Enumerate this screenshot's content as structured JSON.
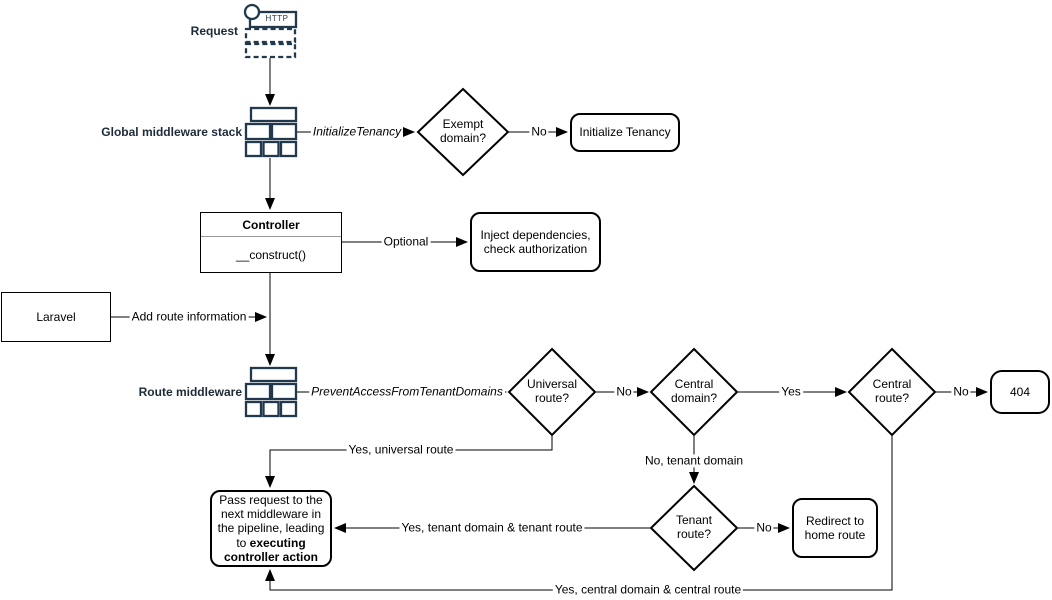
{
  "colors": {
    "icon_stroke": "#22384C",
    "node_label_text": "#1D2A38",
    "shape_border": "#000000",
    "edge_label_text": "#000000",
    "background": "#FFFFFF"
  },
  "nodes": {
    "request": {
      "label": "Request",
      "icon_caption": "HTTP"
    },
    "global_middleware_stack": {
      "label": "Global middleware stack"
    },
    "exempt_domain": {
      "label": "Exempt\ndomain?"
    },
    "initialize_tenancy": {
      "label": "Initialize Tenancy"
    },
    "controller": {
      "title": "Controller",
      "member": "__construct()"
    },
    "inject_dependencies": {
      "label": "Inject dependencies,\ncheck authorization"
    },
    "laravel": {
      "label": "Laravel"
    },
    "route_middleware": {
      "label": "Route middleware"
    },
    "universal_route": {
      "label": "Universal\nroute?"
    },
    "central_domain": {
      "label": "Central\ndomain?"
    },
    "central_route": {
      "label": "Central\nroute?"
    },
    "not_found": {
      "label": "404"
    },
    "tenant_route": {
      "label": "Tenant\nroute?"
    },
    "redirect_home": {
      "label": "Redirect to\nhome route"
    },
    "pass_request": {
      "text": "Pass request to the next middleware in the pipeline, leading to ",
      "bold_text": "executing controller action"
    }
  },
  "edge_labels": {
    "initialize_tenancy_middleware": "InitializeTenancy",
    "exempt_no": "No",
    "optional": "Optional",
    "add_route_information": "Add route information",
    "prevent_access_middleware": "PreventAccessFromTenantDomains",
    "universal_no": "No",
    "central_domain_yes": "Yes",
    "central_route_no": "No",
    "universal_yes": "Yes, universal route",
    "tenant_domain_no": "No, tenant domain",
    "tenant_route_no": "No",
    "tenant_yes": "Yes, tenant domain & tenant route",
    "central_yes": "Yes, central domain & central route"
  }
}
